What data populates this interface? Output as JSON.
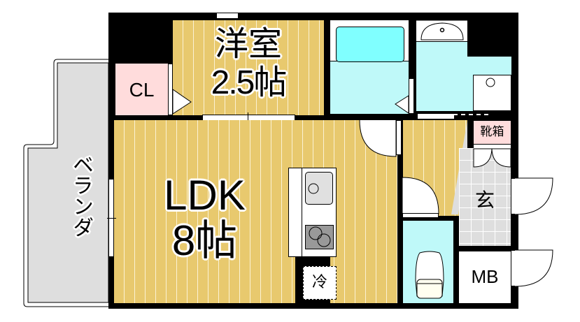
{
  "floorplan": {
    "rooms": {
      "western_room": {
        "name": "洋室",
        "size": "2.5帖"
      },
      "ldk": {
        "name": "LDK",
        "size": "8帖"
      },
      "closet": {
        "label": "CL"
      },
      "balcony": {
        "label": "ベランダ"
      },
      "entrance": {
        "label": "玄"
      },
      "shoe_cabinet": {
        "label": "靴箱"
      },
      "meter_box": {
        "label": "MB"
      },
      "refrigerator": {
        "label": "冷"
      }
    },
    "colors": {
      "wall": "#000000",
      "wood_floor": "#e8c96e",
      "wet_area": "#bff9f9",
      "closet": "#ffdcdc",
      "balcony": "#dedede",
      "bathtub": "#80ffff"
    }
  }
}
